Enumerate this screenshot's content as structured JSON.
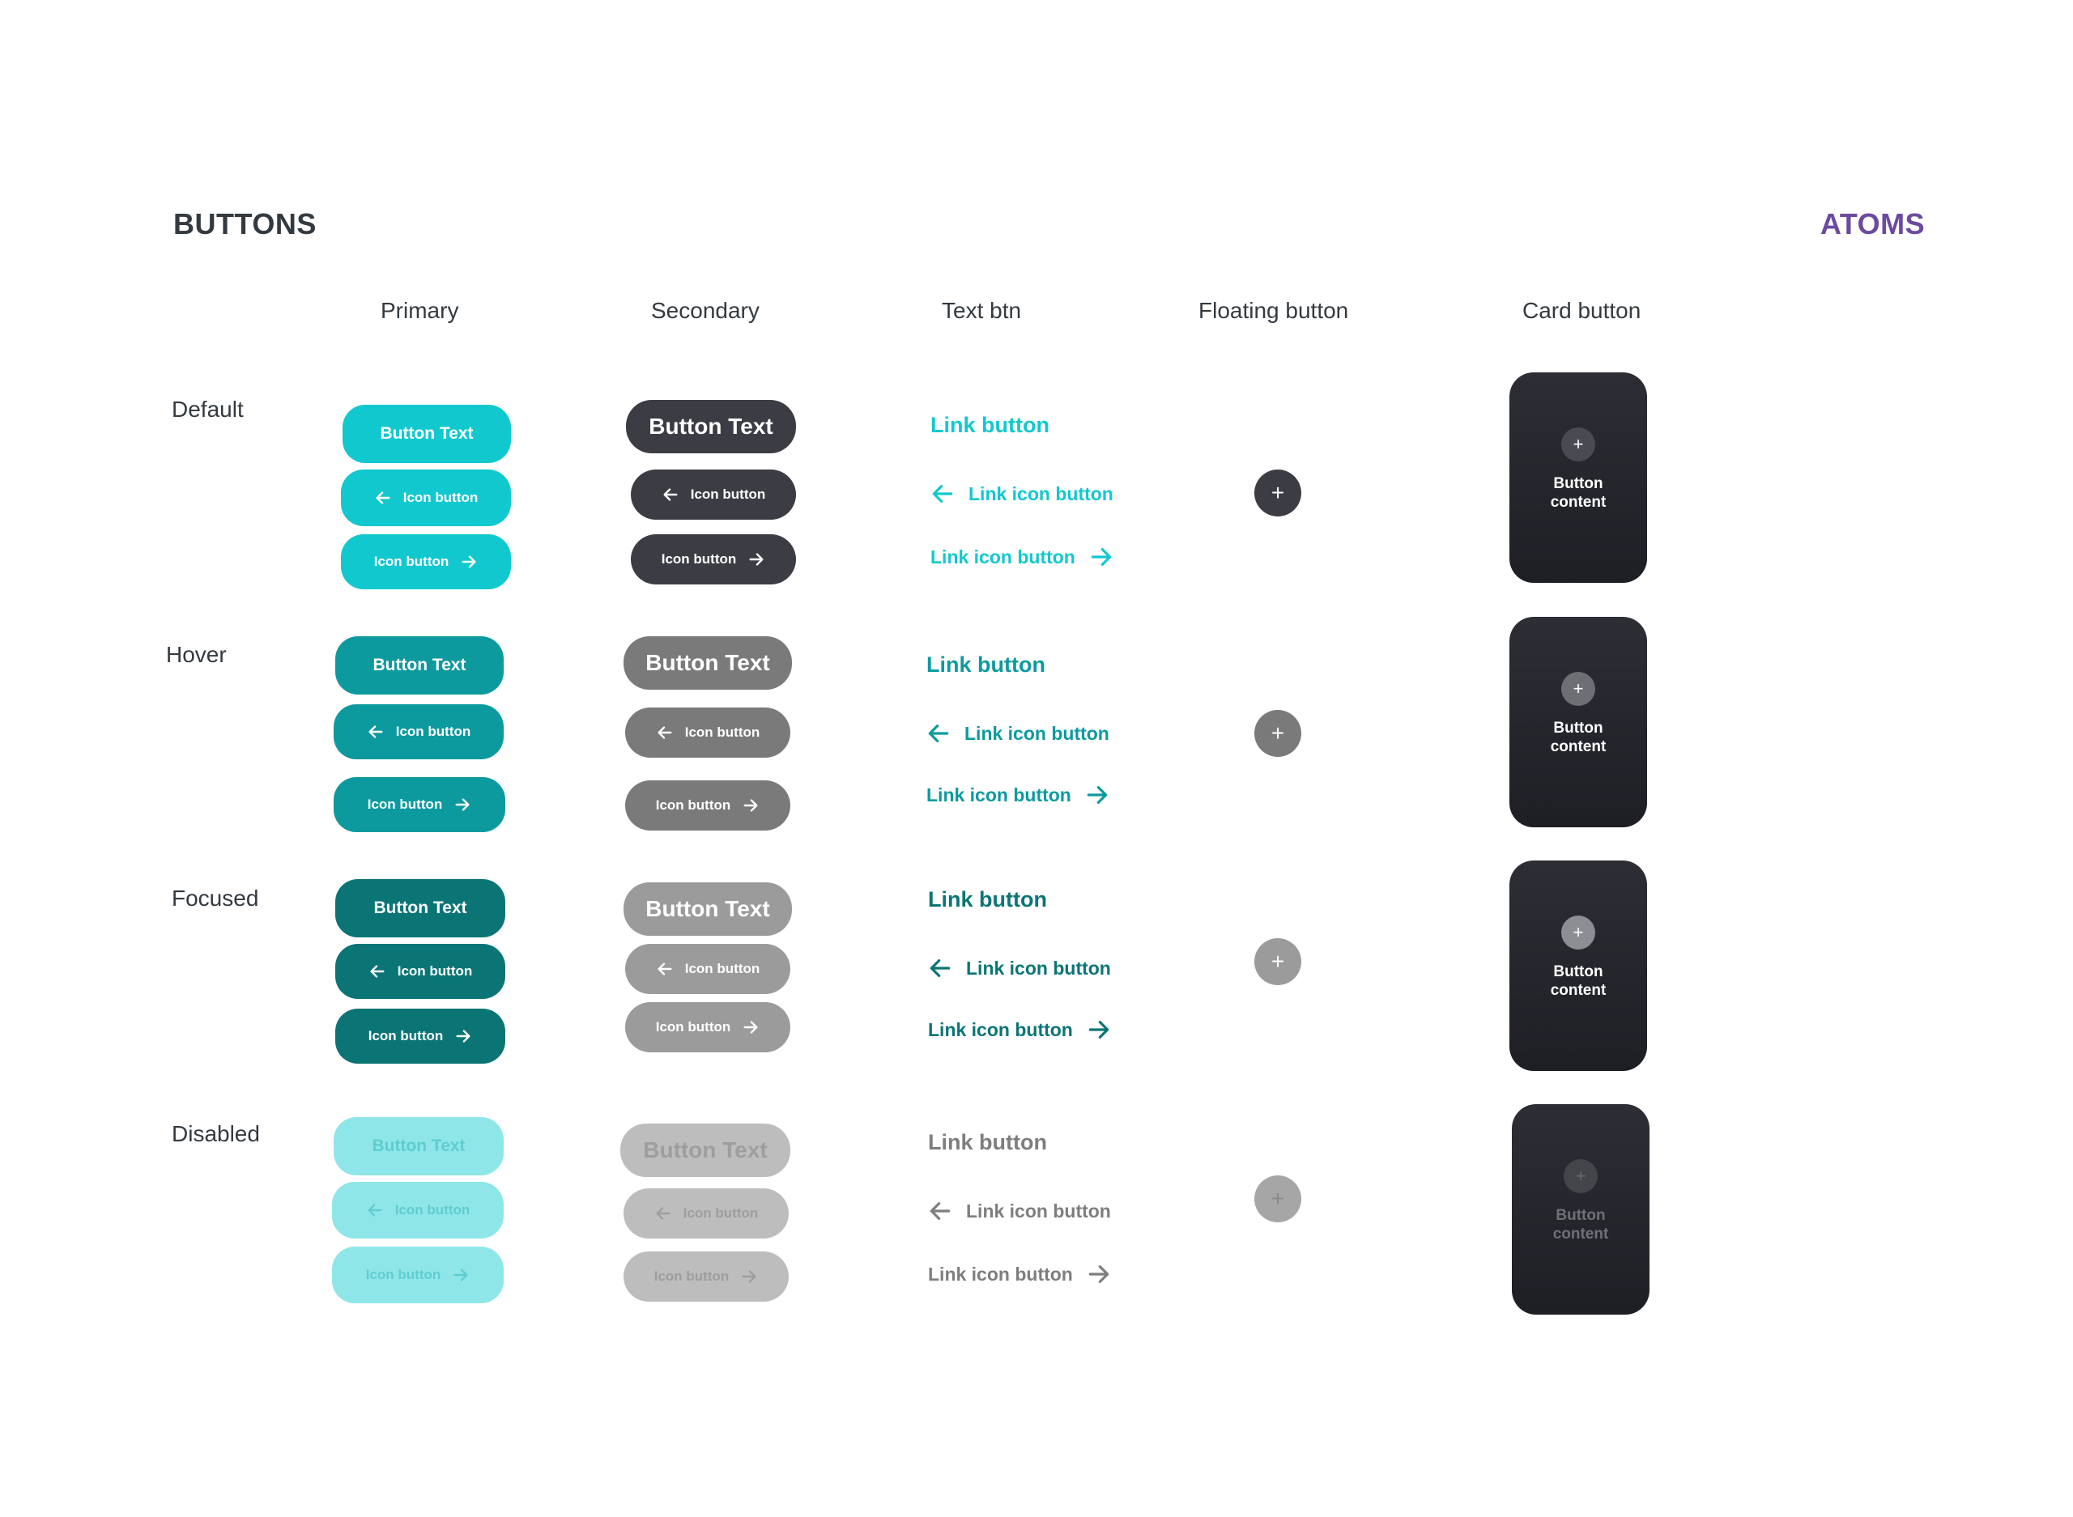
{
  "header": {
    "title": "BUTTONS",
    "tag": "ATOMS"
  },
  "columns": {
    "primary": "Primary",
    "secondary": "Secondary",
    "text": "Text btn",
    "floating": "Floating button",
    "card": "Card button"
  },
  "states": {
    "default": "Default",
    "hover": "Hover",
    "focused": "Focused",
    "disabled": "Disabled"
  },
  "labels": {
    "button_text": "Button Text",
    "icon_button": "Icon button",
    "link_button": "Link button",
    "link_icon_button": "Link icon button",
    "fab_glyph": "+",
    "card_line1": "Button",
    "card_line2": "content"
  },
  "colors": {
    "primary_default": "#12c8cf",
    "primary_hover": "#0d9a9f",
    "primary_focused": "#0b7576",
    "primary_disabled": "#8fe6e8",
    "secondary_default": "#3c3d44",
    "secondary_hover": "#7a7a7a",
    "secondary_focused": "#9b9b9b",
    "secondary_disabled": "#bdbdbd",
    "accent": "#6b4aa0"
  },
  "icons": {
    "left": "arrow-left-icon",
    "right": "arrow-right-icon",
    "plus": "plus-icon"
  }
}
